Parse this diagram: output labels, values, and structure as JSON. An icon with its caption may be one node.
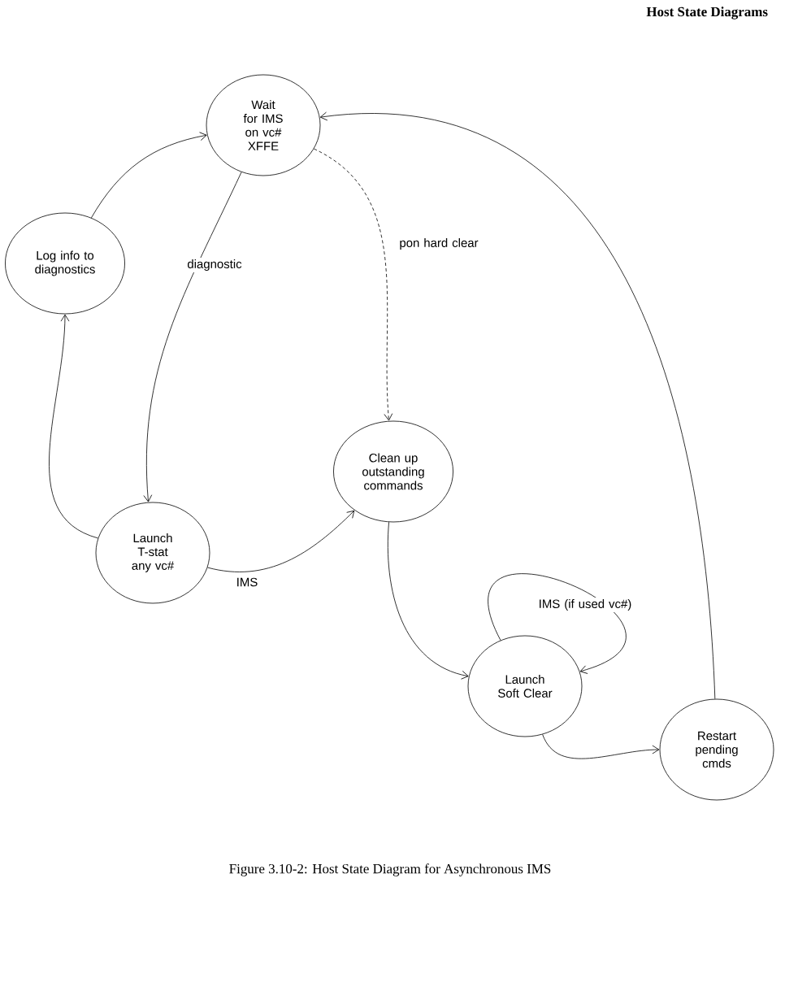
{
  "diagram": {
    "caption": "Figure 3.10-2: Host State Diagram for Asynchronous IMS",
    "nodes": [
      {
        "text": [
          "Wait for IMS on vc# XFFE"
        ]
      },
      {
        "text": [
          "Log info to diagnostics"
        ]
      },
      {
        "text": [
          "Clean up outstanding commands"
        ]
      },
      {
        "text": [
          "Launch T-stat any vc#"
        ]
      },
      {
        "text": [
          "Launch Soft Clear"
        ]
      },
      {
        "text": [
          "Restart pending cmds"
        ]
      }
    ],
    "edges": [
      {
        "from": 1,
        "to": 0,
        "arrow": "to"
      },
      {
        "from": 0,
        "to": 3,
        "arrow": "to",
        "label": "diagnostic"
      },
      {
        "from": 3,
        "to": 1,
        "arrow": "to"
      },
      {
        "from": 0,
        "to": 2,
        "arrow": "to",
        "label": "pon hard clear",
        "style": "dashed"
      },
      {
        "from": 3,
        "to": 2,
        "arrow": "to",
        "label": "IMS"
      },
      {
        "from": 2,
        "to": 4,
        "arrow": "to"
      },
      {
        "from": 4,
        "to": 4,
        "arrow": "to",
        "label": "IMS (if used vc#)"
      },
      {
        "from": 4,
        "to": 5,
        "arrow": "to"
      },
      {
        "from": 5,
        "to": 0,
        "arrow": "to"
      }
    ],
    "labels": [
      "Host State Diagrams"
    ]
  }
}
